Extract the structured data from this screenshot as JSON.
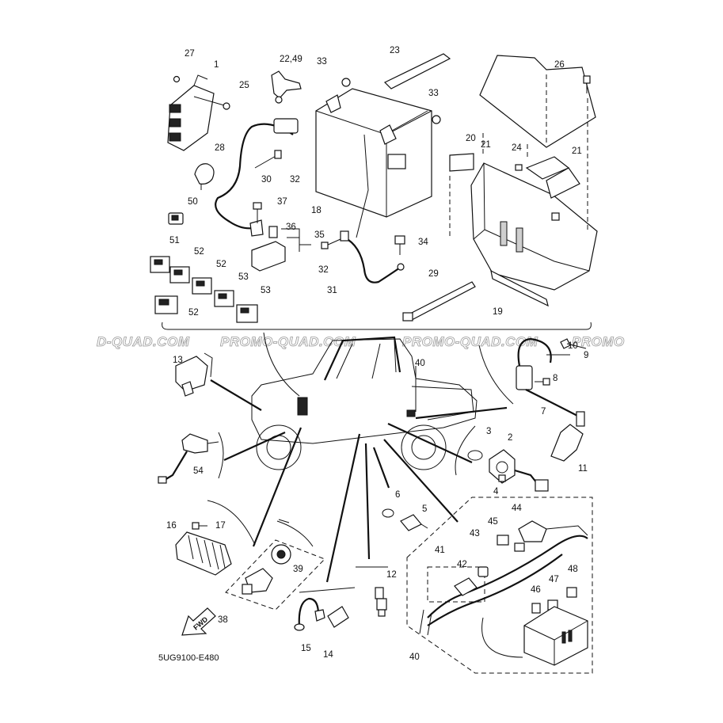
{
  "diagram": {
    "diagram_code": "5UG9100-E480",
    "fwd_label": "FWD",
    "watermarks": [
      "D-QUAD.COM",
      "PROMO-QUAD.COM",
      "PROMO-QUAD.COM",
      "PROMO"
    ],
    "callouts": {
      "n1": "1",
      "n2": "2",
      "n3": "3",
      "n4": "4",
      "n5": "5",
      "n6": "6",
      "n7": "7",
      "n8": "8",
      "n9": "9",
      "n10": "10",
      "n11": "11",
      "n12": "12",
      "n13": "13",
      "n14": "14",
      "n15": "15",
      "n16": "16",
      "n17": "17",
      "n18": "18",
      "n19": "19",
      "n20": "20",
      "n21a": "21",
      "n21b": "21",
      "n22_49": "22,49",
      "n23": "23",
      "n24": "24",
      "n25": "25",
      "n26": "26",
      "n27": "27",
      "n28": "28",
      "n29": "29",
      "n30": "30",
      "n31": "31",
      "n32a": "32",
      "n32b": "32",
      "n33a": "33",
      "n33b": "33",
      "n34": "34",
      "n35": "35",
      "n36": "36",
      "n37": "37",
      "n38": "38",
      "n39": "39",
      "n40a": "40",
      "n40b": "40",
      "n41": "41",
      "n42": "42",
      "n43": "43",
      "n44": "44",
      "n45": "45",
      "n46": "46",
      "n47": "47",
      "n48": "48",
      "n50": "50",
      "n51": "51",
      "n52a": "52",
      "n52b": "52",
      "n52c": "52",
      "n53a": "53",
      "n53b": "53",
      "n54": "54"
    }
  }
}
